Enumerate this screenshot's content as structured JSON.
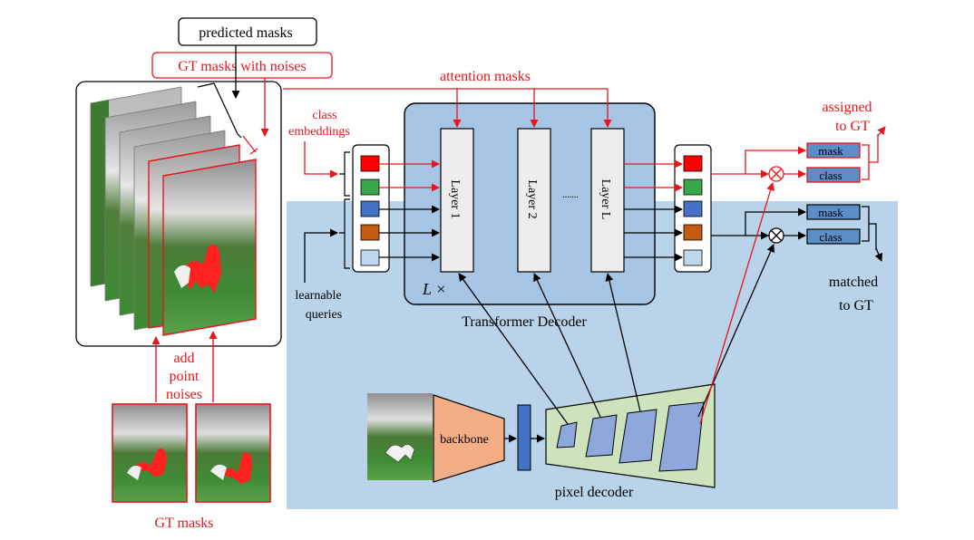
{
  "labels": {
    "predicted_masks": "predicted masks",
    "gt_masks_with_noises": "GT masks  with noises",
    "attention_masks": "attention masks",
    "class_embeddings_1": "class",
    "class_embeddings_2": "embeddings",
    "learnable_queries_1": "learnable",
    "learnable_queries_2": "queries",
    "layer_1": "Layer 1",
    "layer_2": "Layer 2",
    "layer_l": "Layer L",
    "dots": ".......",
    "l_times": "L ×",
    "transformer_decoder": "Transformer Decoder",
    "assigned_to_gt_1": "assigned",
    "assigned_to_gt_2": "to GT",
    "matched_to_gt_1": "matched",
    "matched_to_gt_2": "to GT",
    "mask_top": "mask",
    "class_top": "class",
    "mask_bottom": "mask",
    "class_bottom": "class",
    "add_point_noises_1": "add",
    "add_point_noises_2": "point",
    "add_point_noises_3": "noises",
    "backbone": "backbone",
    "pixel_decoder": "pixel decoder",
    "gt_masks": "GT masks",
    "multiply_symbol": "⊗"
  },
  "colors": {
    "red": "#e8151b",
    "blue_bg": "#b9d3ea",
    "decoder_bg": "#a6c4e3",
    "layer_fill": "#ececec",
    "output_box": "#5b8dc7",
    "backbone": "#f3ae86",
    "pixel_decoder": "#cde3bd",
    "feature": "#8ea8dc",
    "query_red": "#ff0000",
    "query_green": "#3aa84a",
    "query_blue": "#4472c4",
    "query_orange": "#c55a11",
    "query_light": "#bdd7ee"
  }
}
